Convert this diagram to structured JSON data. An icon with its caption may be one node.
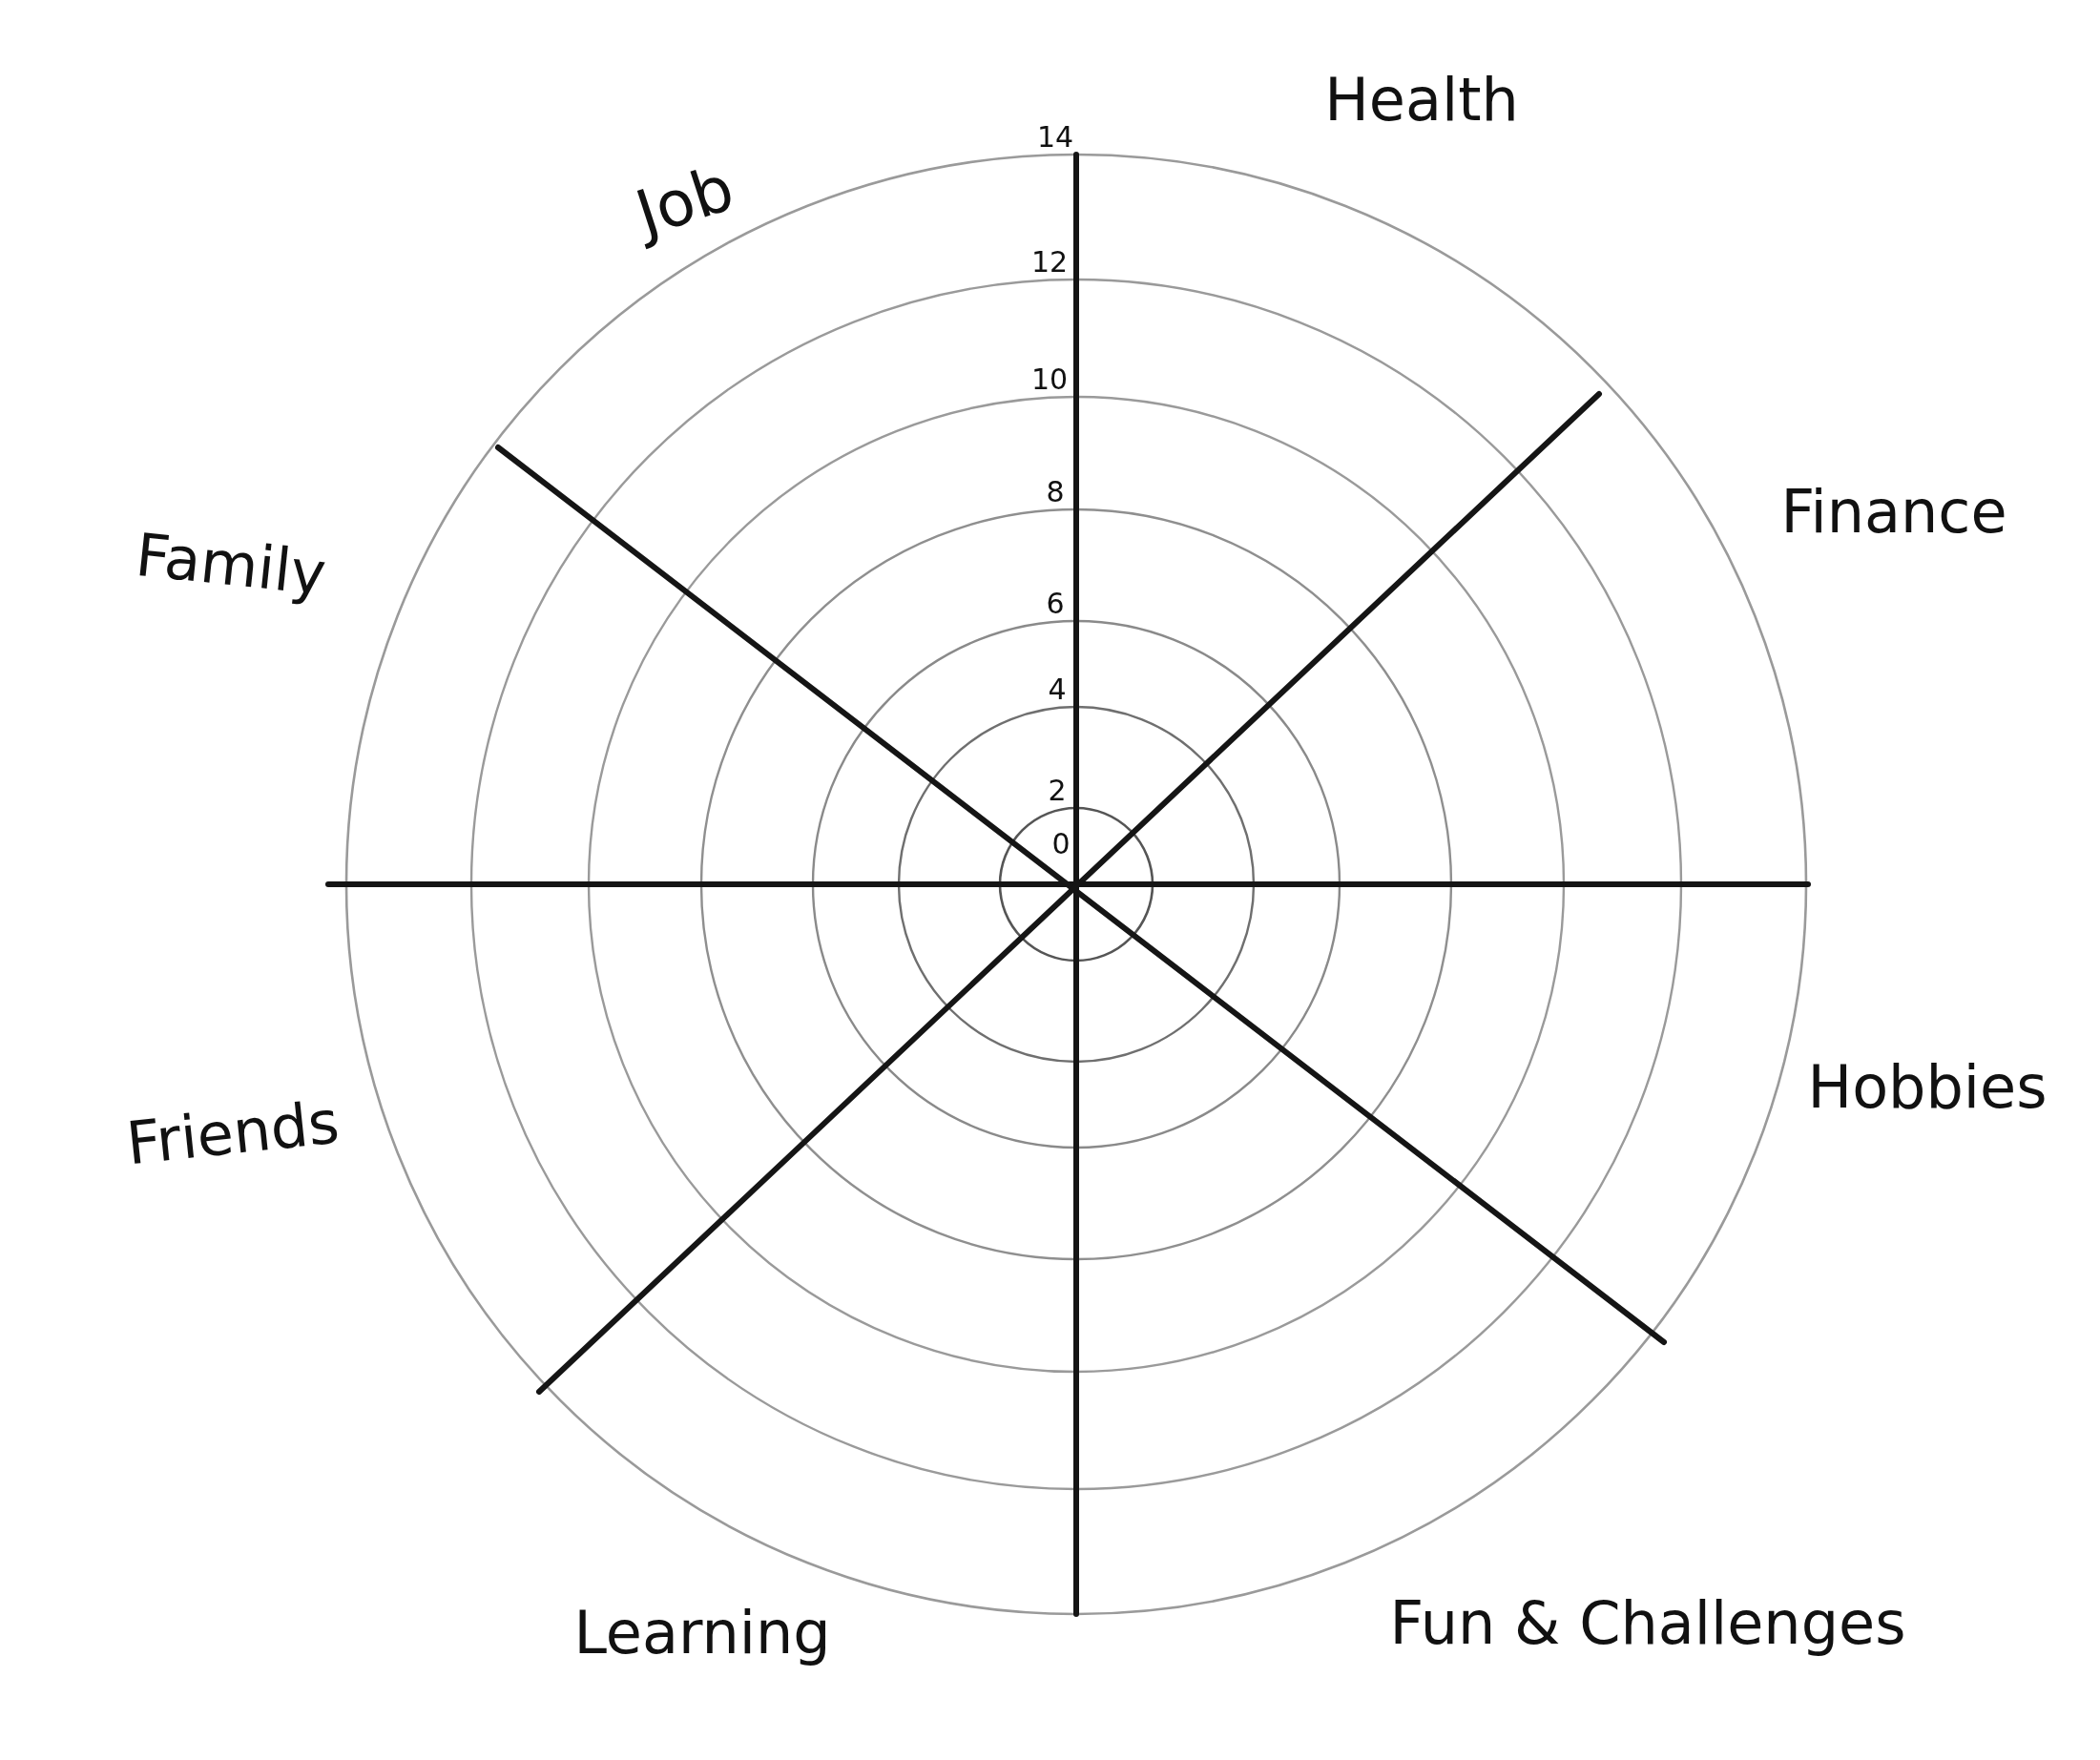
{
  "diagram": {
    "labels": [
      "Health",
      "14",
      "Job",
      "12",
      "10",
      "8",
      "Family",
      "Finance",
      "6",
      "4",
      "2",
      "0",
      "Friends",
      "Hobbies",
      "Learning",
      "Fun & Challenges"
    ]
  }
}
